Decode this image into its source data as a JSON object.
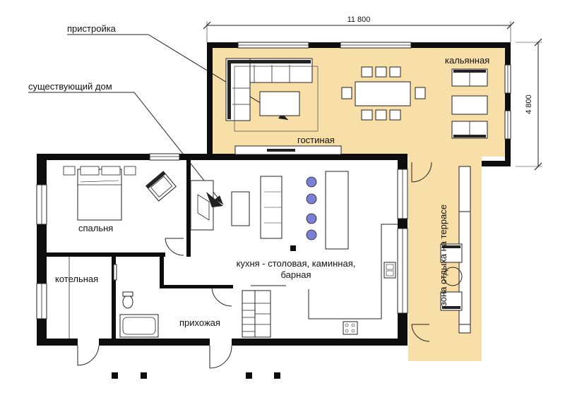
{
  "labels": {
    "extension": "пристройка",
    "existing_house": "существующий дом",
    "hookah_room": "кальянная",
    "living_room": "гостиная",
    "bedroom": "спальня",
    "kitchen_line1": "кухня - столовая, каминная,",
    "kitchen_line2": "барная",
    "boiler_room": "котельная",
    "hallway": "прихожая",
    "terrace": "зона отдыха на террасе"
  },
  "dimensions": {
    "width": "11 800",
    "depth": "4 800"
  },
  "colors": {
    "extension_fill": "#f8dfa8",
    "wall": "#0d0d0d",
    "bar_stool": "#7b7fd6"
  }
}
